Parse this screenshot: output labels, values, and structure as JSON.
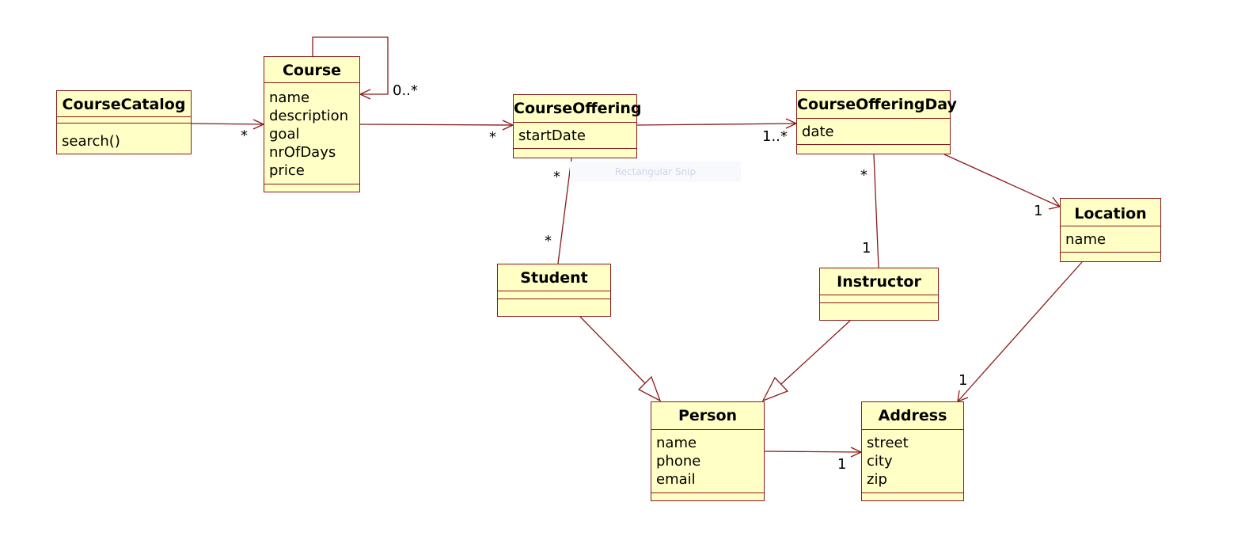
{
  "classes": [
    {
      "id": "coursecatalog",
      "name": "CourseCatalog",
      "attributes": [],
      "operations": [
        "search()"
      ]
    },
    {
      "id": "course",
      "name": "Course",
      "attributes": [
        "name",
        "description",
        "goal",
        "nrOfDays",
        "price"
      ],
      "operations": []
    },
    {
      "id": "courseoffering",
      "name": "CourseOffering",
      "attributes": [
        "startDate"
      ],
      "operations": []
    },
    {
      "id": "courseofferingday",
      "name": "CourseOfferingDay",
      "attributes": [
        "date"
      ],
      "operations": []
    },
    {
      "id": "location",
      "name": "Location",
      "attributes": [
        "name"
      ],
      "operations": []
    },
    {
      "id": "student",
      "name": "Student",
      "attributes": [],
      "operations": []
    },
    {
      "id": "instructor",
      "name": "Instructor",
      "attributes": [],
      "operations": []
    },
    {
      "id": "person",
      "name": "Person",
      "attributes": [
        "name",
        "phone",
        "email"
      ],
      "operations": []
    },
    {
      "id": "address",
      "name": "Address",
      "attributes": [
        "street",
        "city",
        "zip"
      ],
      "operations": []
    }
  ],
  "multiplicities": [
    {
      "id": "catalog-course",
      "label": "*"
    },
    {
      "id": "course-self",
      "label": "0..*"
    },
    {
      "id": "course-offering",
      "label": "*"
    },
    {
      "id": "offering-day",
      "label": "1..*"
    },
    {
      "id": "offering-student-top",
      "label": "*"
    },
    {
      "id": "offering-student-bottom",
      "label": "*"
    },
    {
      "id": "day-instructor-top",
      "label": "*"
    },
    {
      "id": "day-instructor-bottom",
      "label": "1"
    },
    {
      "id": "day-location",
      "label": "1"
    },
    {
      "id": "location-address",
      "label": "1"
    },
    {
      "id": "person-address",
      "label": "1"
    }
  ],
  "overlay": {
    "snip_label": "Rectangular Snip"
  },
  "colors": {
    "box_fill": "#ffffc6",
    "line": "#8b1a1a",
    "text": "#000000"
  }
}
